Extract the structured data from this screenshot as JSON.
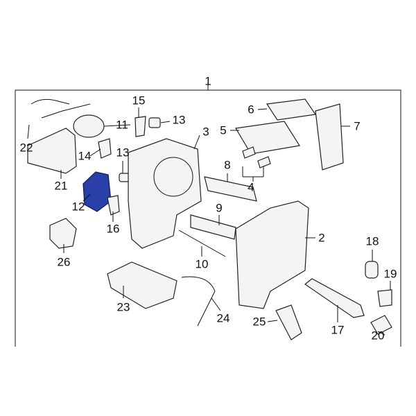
{
  "diagram": {
    "highlight_color": "#2b3fa8",
    "highlighted_part": "12",
    "labels": {
      "l1": "1",
      "l2": "2",
      "l3": "3",
      "l4": "4",
      "l5": "5",
      "l6": "6",
      "l7": "7",
      "l8": "8",
      "l9": "9",
      "l10": "10",
      "l11": "11",
      "l12": "12",
      "l13a": "13",
      "l13b": "13",
      "l14": "14",
      "l15": "15",
      "l16": "16",
      "l17": "17",
      "l18": "18",
      "l19": "19",
      "l20": "20",
      "l21": "21",
      "l22": "22",
      "l23": "23",
      "l24": "24",
      "l25": "25",
      "l26": "26"
    }
  }
}
